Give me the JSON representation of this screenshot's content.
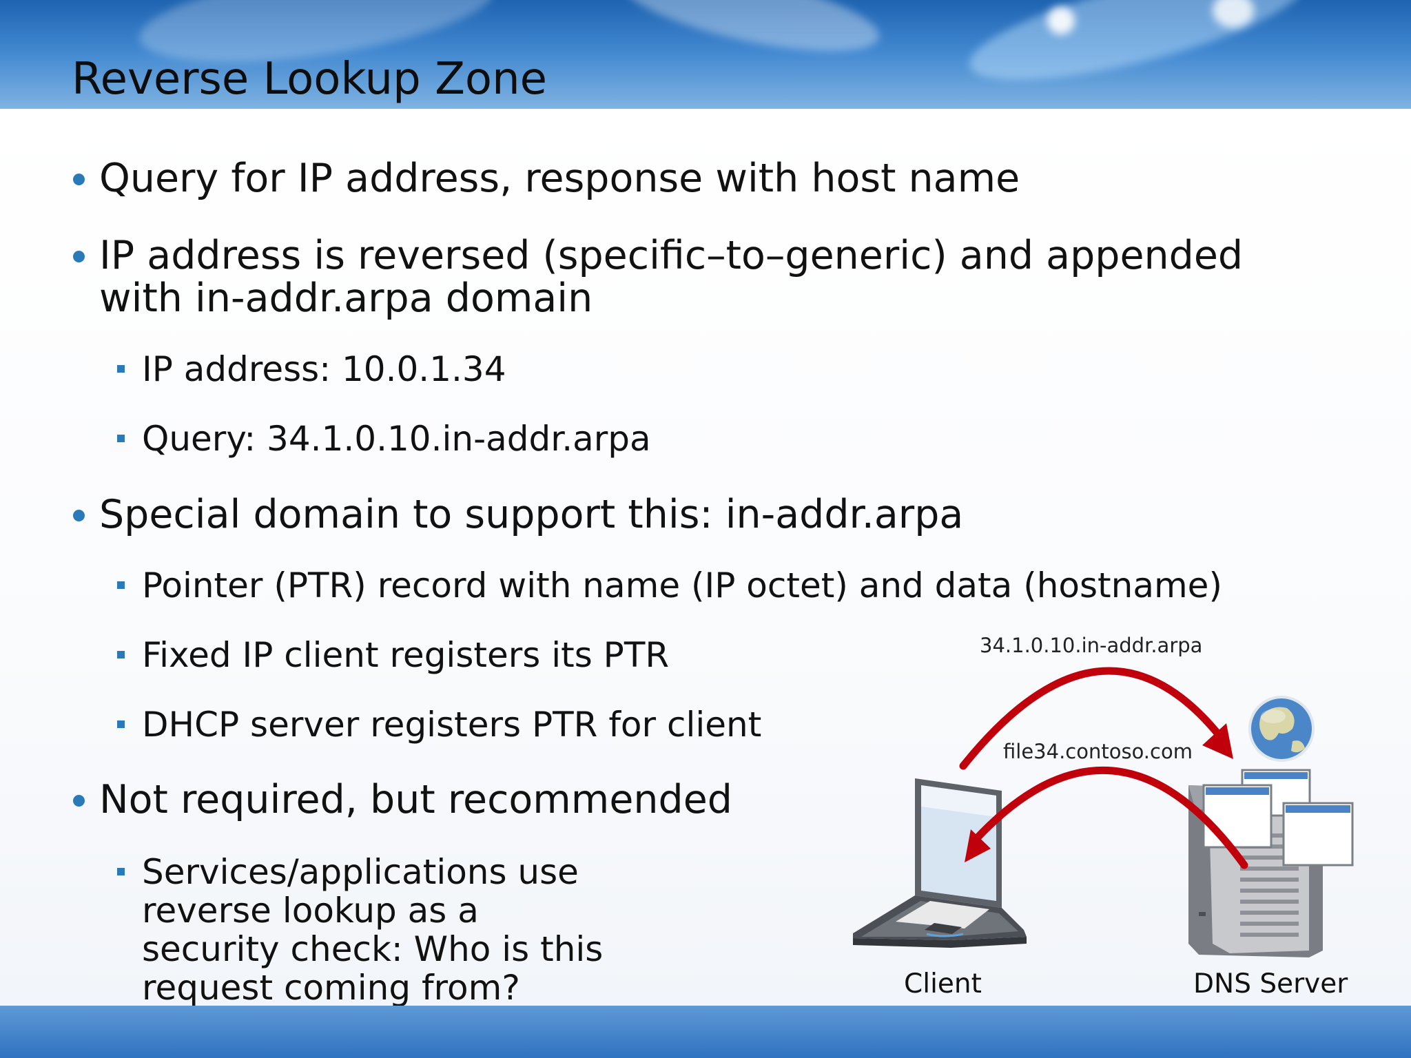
{
  "slide": {
    "title": "Reverse Lookup Zone",
    "bullets": [
      {
        "text": "Query for IP address, response with host name"
      },
      {
        "text": "IP address is reversed (specific–to–generic) and appended",
        "text2": "with in-addr.arpa domain"
      },
      {
        "sub": [
          "IP address: 10.0.1.34",
          "Query: 34.1.0.10.in-addr.arpa"
        ]
      },
      {
        "text": "Special domain to support this: in-addr.arpa"
      },
      {
        "sub": [
          "Pointer (PTR) record with name (IP octet) and data (hostname)",
          "Fixed IP client registers its PTR",
          "DHCP server registers PTR for client"
        ]
      },
      {
        "text": "Not required, but recommended"
      },
      {
        "sub_lines": [
          "Services/applications use",
          "reverse lookup as a",
          "security check: Who is this",
          "request coming from?"
        ]
      }
    ]
  },
  "diagram": {
    "query_label": "34.1.0.10.in-addr.arpa",
    "response_label": "file34.contoso.com",
    "client_label": "Client",
    "server_label": "DNS Server",
    "arrow_color": "#c0000b",
    "bullet_color": "#2a7ab8",
    "icons": [
      "laptop-icon",
      "server-icon",
      "globe-icon"
    ]
  }
}
